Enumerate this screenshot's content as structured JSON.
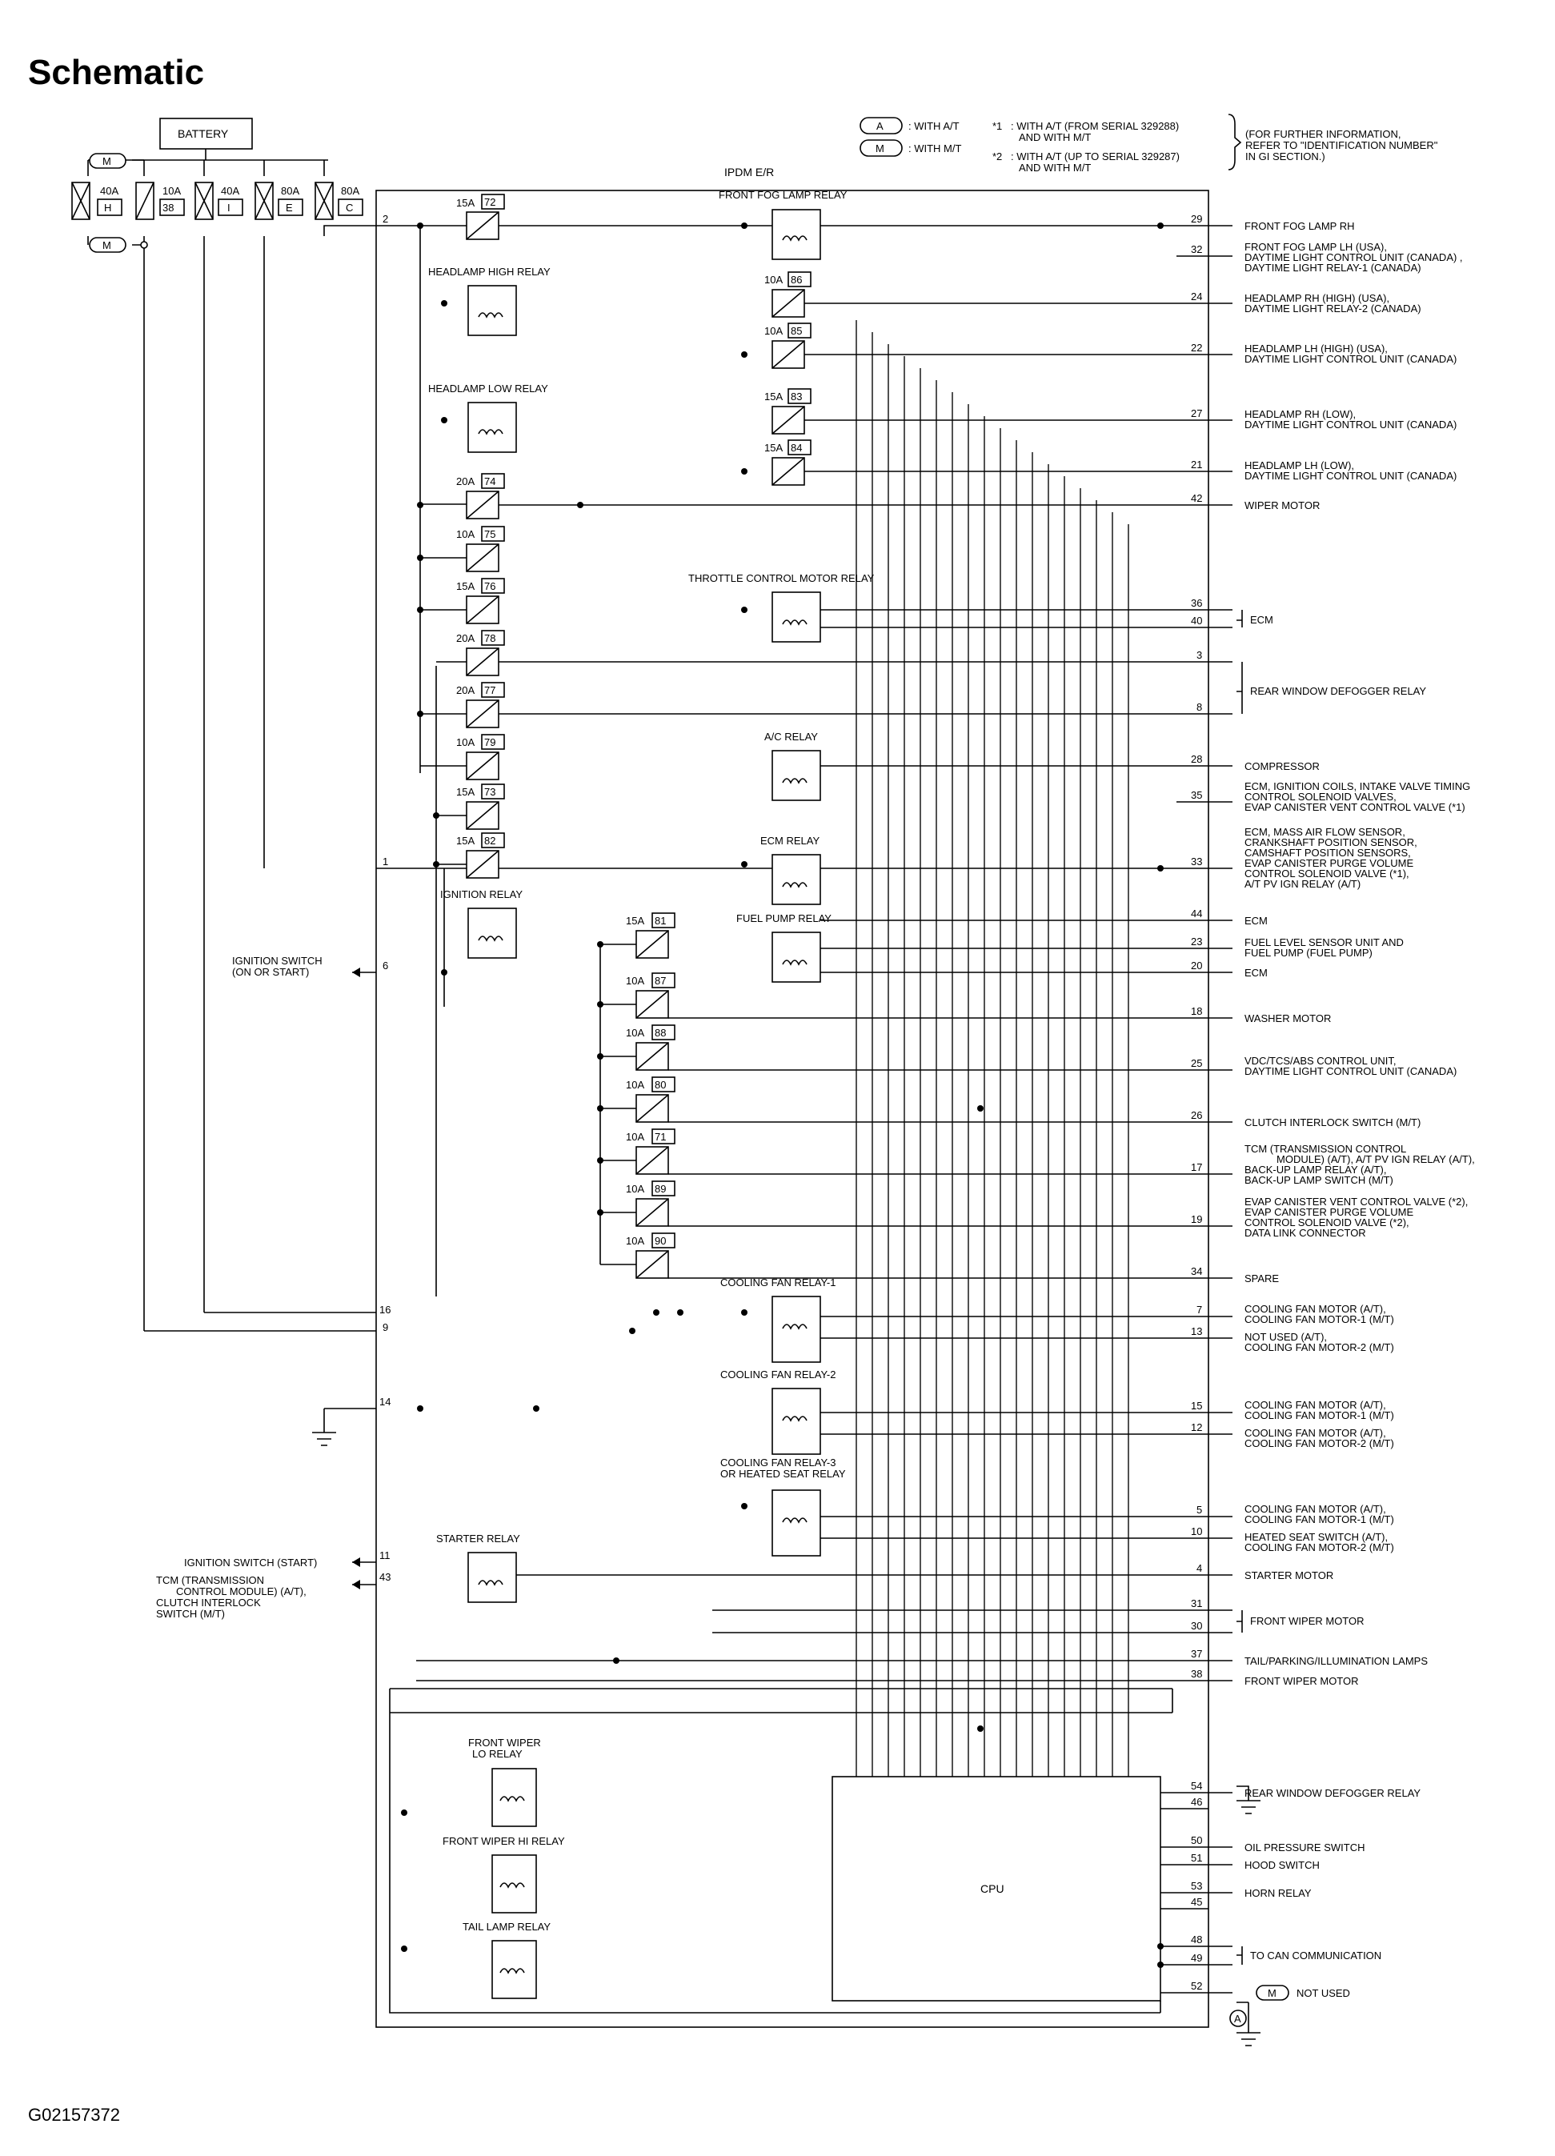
{
  "title": "Schematic",
  "code": "G02157372",
  "battery": "BATTERY",
  "module": "IPDM E/R",
  "cpu": "CPU",
  "legend": {
    "a": "A",
    "a_text": ": WITH A/T",
    "m": "M",
    "m_text": ": WITH M/T",
    "n1": "*1",
    "n1_text_1": ": WITH A/T (FROM SERIAL 329288)",
    "n1_text_2": "AND WITH M/T",
    "n2": "*2",
    "n2_text_1": ": WITH A/T (UP TO SERIAL 329287)",
    "n2_text_2": "AND WITH M/T",
    "info_1": "(FOR FURTHER INFORMATION,",
    "info_2": "REFER TO \"IDENTIFICATION NUMBER\"",
    "info_3": "IN GI SECTION.)"
  },
  "battery_fuses": [
    {
      "amp": "40A",
      "id": "H"
    },
    {
      "amp": "10A",
      "id": "38"
    },
    {
      "amp": "40A",
      "id": "I"
    },
    {
      "amp": "80A",
      "id": "E"
    },
    {
      "amp": "80A",
      "id": "C"
    }
  ],
  "fuses": [
    {
      "amp": "15A",
      "id": "72"
    },
    {
      "amp": "10A",
      "id": "86"
    },
    {
      "amp": "10A",
      "id": "85"
    },
    {
      "amp": "15A",
      "id": "83"
    },
    {
      "amp": "15A",
      "id": "84"
    },
    {
      "amp": "20A",
      "id": "74"
    },
    {
      "amp": "10A",
      "id": "75"
    },
    {
      "amp": "15A",
      "id": "76"
    },
    {
      "amp": "20A",
      "id": "78"
    },
    {
      "amp": "20A",
      "id": "77"
    },
    {
      "amp": "10A",
      "id": "79"
    },
    {
      "amp": "15A",
      "id": "73"
    },
    {
      "amp": "15A",
      "id": "82"
    },
    {
      "amp": "15A",
      "id": "81"
    },
    {
      "amp": "10A",
      "id": "87"
    },
    {
      "amp": "10A",
      "id": "88"
    },
    {
      "amp": "10A",
      "id": "80"
    },
    {
      "amp": "10A",
      "id": "71"
    },
    {
      "amp": "10A",
      "id": "89"
    },
    {
      "amp": "10A",
      "id": "90"
    }
  ],
  "relays": [
    "FRONT FOG LAMP RELAY",
    "HEADLAMP HIGH RELAY",
    "HEADLAMP LOW RELAY",
    "THROTTLE CONTROL MOTOR RELAY",
    "A/C RELAY",
    "ECM RELAY",
    "IGNITION RELAY",
    "FUEL PUMP RELAY",
    "COOLING FAN RELAY-1",
    "COOLING FAN RELAY-2",
    "COOLING FAN RELAY-3",
    "OR HEATED SEAT RELAY",
    "STARTER RELAY",
    "FRONT WIPER",
    "LO RELAY",
    "FRONT WIPER HI RELAY",
    "TAIL LAMP RELAY"
  ],
  "pins": [
    "29",
    "32",
    "24",
    "22",
    "27",
    "21",
    "42",
    "36",
    "40",
    "3",
    "8",
    "28",
    "35",
    "33",
    "44",
    "23",
    "20",
    "18",
    "25",
    "26",
    "17",
    "19",
    "34",
    "7",
    "13",
    "15",
    "12",
    "5",
    "10",
    "4",
    "31",
    "30",
    "37",
    "38",
    "54",
    "46",
    "50",
    "51",
    "53",
    "45",
    "48",
    "49",
    "52",
    "1",
    "2",
    "6",
    "16",
    "9",
    "14",
    "11",
    "43"
  ],
  "right_labels": [
    "FRONT FOG LAMP RH",
    "FRONT FOG LAMP LH (USA),",
    "DAYTIME LIGHT CONTROL UNIT (CANADA) ,",
    "DAYTIME LIGHT RELAY-1 (CANADA)",
    "HEADLAMP RH (HIGH) (USA),",
    "DAYTIME LIGHT RELAY-2 (CANADA)",
    "HEADLAMP LH (HIGH) (USA),",
    "DAYTIME LIGHT CONTROL UNIT (CANADA)",
    "HEADLAMP RH (LOW),",
    "DAYTIME LIGHT CONTROL UNIT (CANADA)",
    "HEADLAMP LH (LOW),",
    "DAYTIME LIGHT CONTROL UNIT (CANADA)",
    "WIPER MOTOR",
    "ECM",
    "REAR WINDOW DEFOGGER RELAY",
    "COMPRESSOR",
    "ECM, IGNITION COILS, INTAKE VALVE TIMING",
    "CONTROL SOLENOID VALVES,",
    "EVAP CANISTER VENT CONTROL VALVE (*1)",
    "ECM, MASS AIR FLOW SENSOR,",
    "CRANKSHAFT POSITION SENSOR,",
    "CAMSHAFT POSITION SENSORS,",
    "EVAP CANISTER PURGE VOLUME",
    "CONTROL SOLENOID VALVE (*1),",
    "A/T PV IGN RELAY (A/T)",
    "ECM",
    "FUEL LEVEL SENSOR UNIT AND",
    "FUEL PUMP (FUEL PUMP)",
    "ECM",
    "WASHER MOTOR",
    "VDC/TCS/ABS CONTROL UNIT,",
    "DAYTIME LIGHT CONTROL UNIT (CANADA)",
    "CLUTCH INTERLOCK SWITCH (M/T)",
    "TCM (TRANSMISSION CONTROL",
    "MODULE) (A/T), A/T PV IGN RELAY (A/T),",
    "BACK-UP LAMP RELAY (A/T),",
    "BACK-UP LAMP SWITCH (M/T)",
    "EVAP CANISTER VENT CONTROL VALVE (*2),",
    "EVAP CANISTER PURGE VOLUME",
    "CONTROL SOLENOID VALVE (*2),",
    "DATA LINK CONNECTOR",
    "SPARE",
    "COOLING FAN MOTOR (A/T),",
    "COOLING FAN MOTOR-1 (M/T)",
    "NOT USED (A/T),",
    "COOLING FAN MOTOR-2 (M/T)",
    "COOLING FAN MOTOR (A/T),",
    "COOLING FAN MOTOR-1 (M/T)",
    "COOLING FAN MOTOR (A/T),",
    "COOLING FAN MOTOR-2 (M/T)",
    "COOLING FAN MOTOR (A/T),",
    "COOLING FAN MOTOR-1 (M/T)",
    "HEATED SEAT SWITCH (A/T),",
    "COOLING FAN MOTOR-2 (M/T)",
    "STARTER MOTOR",
    "FRONT WIPER MOTOR",
    "TAIL/PARKING/ILLUMINATION LAMPS",
    "FRONT WIPER MOTOR",
    "REAR WINDOW DEFOGGER RELAY",
    "OIL PRESSURE SWITCH",
    "HOOD SWITCH",
    "HORN RELAY",
    "TO CAN COMMUNICATION",
    "NOT USED"
  ],
  "left_labels": [
    "IGNITION SWITCH",
    "(ON OR START)",
    "IGNITION SWITCH (START)",
    "TCM (TRANSMISSION",
    "CONTROL MODULE) (A/T),",
    "CLUTCH INTERLOCK",
    "SWITCH (M/T)"
  ]
}
